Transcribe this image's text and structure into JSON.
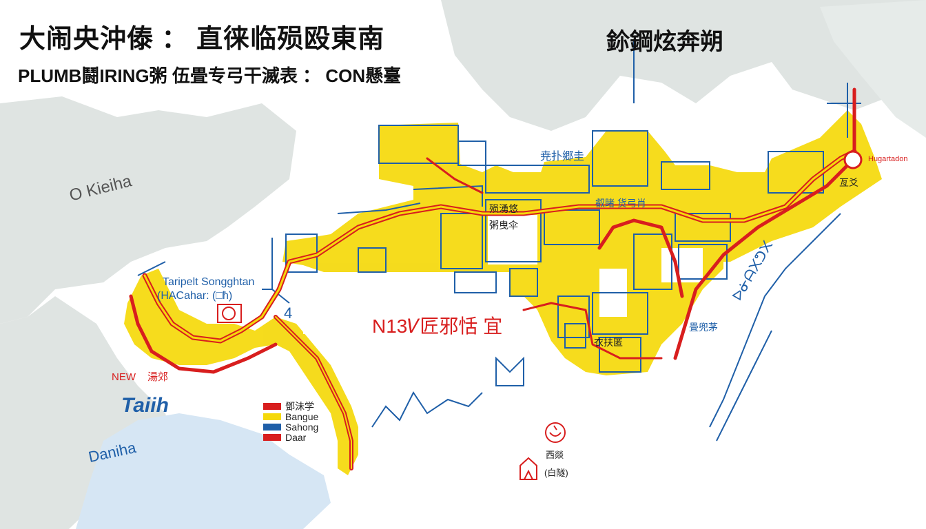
{
  "header": {
    "title": "大闹央沖傣 ： 直徕临殒殴東南",
    "subtitle": "PLUMB鬪IRING粥 伍畳专弓干滅表 ： CON懸臺",
    "right_title": "鉩鋼炫奔朔"
  },
  "places": {
    "o_keiha": "O Kieiha",
    "taipei_songhan": "Taripelt Songghtan",
    "hacahar": "(HACahar: (□ħ)",
    "new_label": "NEW",
    "new_suffix": "湯郊",
    "taiih": "Taiih",
    "daniha": "Daniha",
    "num_4": "4",
    "route_label": "N13𝑉匠邪恬 宜",
    "corner_tag": "Hugartadon",
    "district_1": "尭扑郷圭",
    "district_2": "叡睹 货弓肖",
    "district_3": "殒湧悠",
    "district_4": "粥曳伞",
    "district_5": "衣扶匿",
    "district_6": "畳兜茅",
    "district_7": "亙爻",
    "seal_label_1": "西燚",
    "seal_label_2": "(白隧)",
    "east_coast": "ᐅᓃᗩ᙭ᕤ᙭"
  },
  "legend": {
    "items": [
      {
        "label": "鄧沬学",
        "color": "#d81e1e"
      },
      {
        "label": "Bangue",
        "color": "#f5d90a"
      },
      {
        "label": "Sahong",
        "color": "#1f5fa8"
      },
      {
        "label": "Daar",
        "color": "#d81e1e"
      }
    ]
  },
  "colors": {
    "land_grey": "#dfe4e2",
    "water_blue": "#d6e6f4",
    "zone_yellow": "#f5d90a",
    "line_red": "#d81e1e",
    "line_blue": "#1f5fa8"
  }
}
